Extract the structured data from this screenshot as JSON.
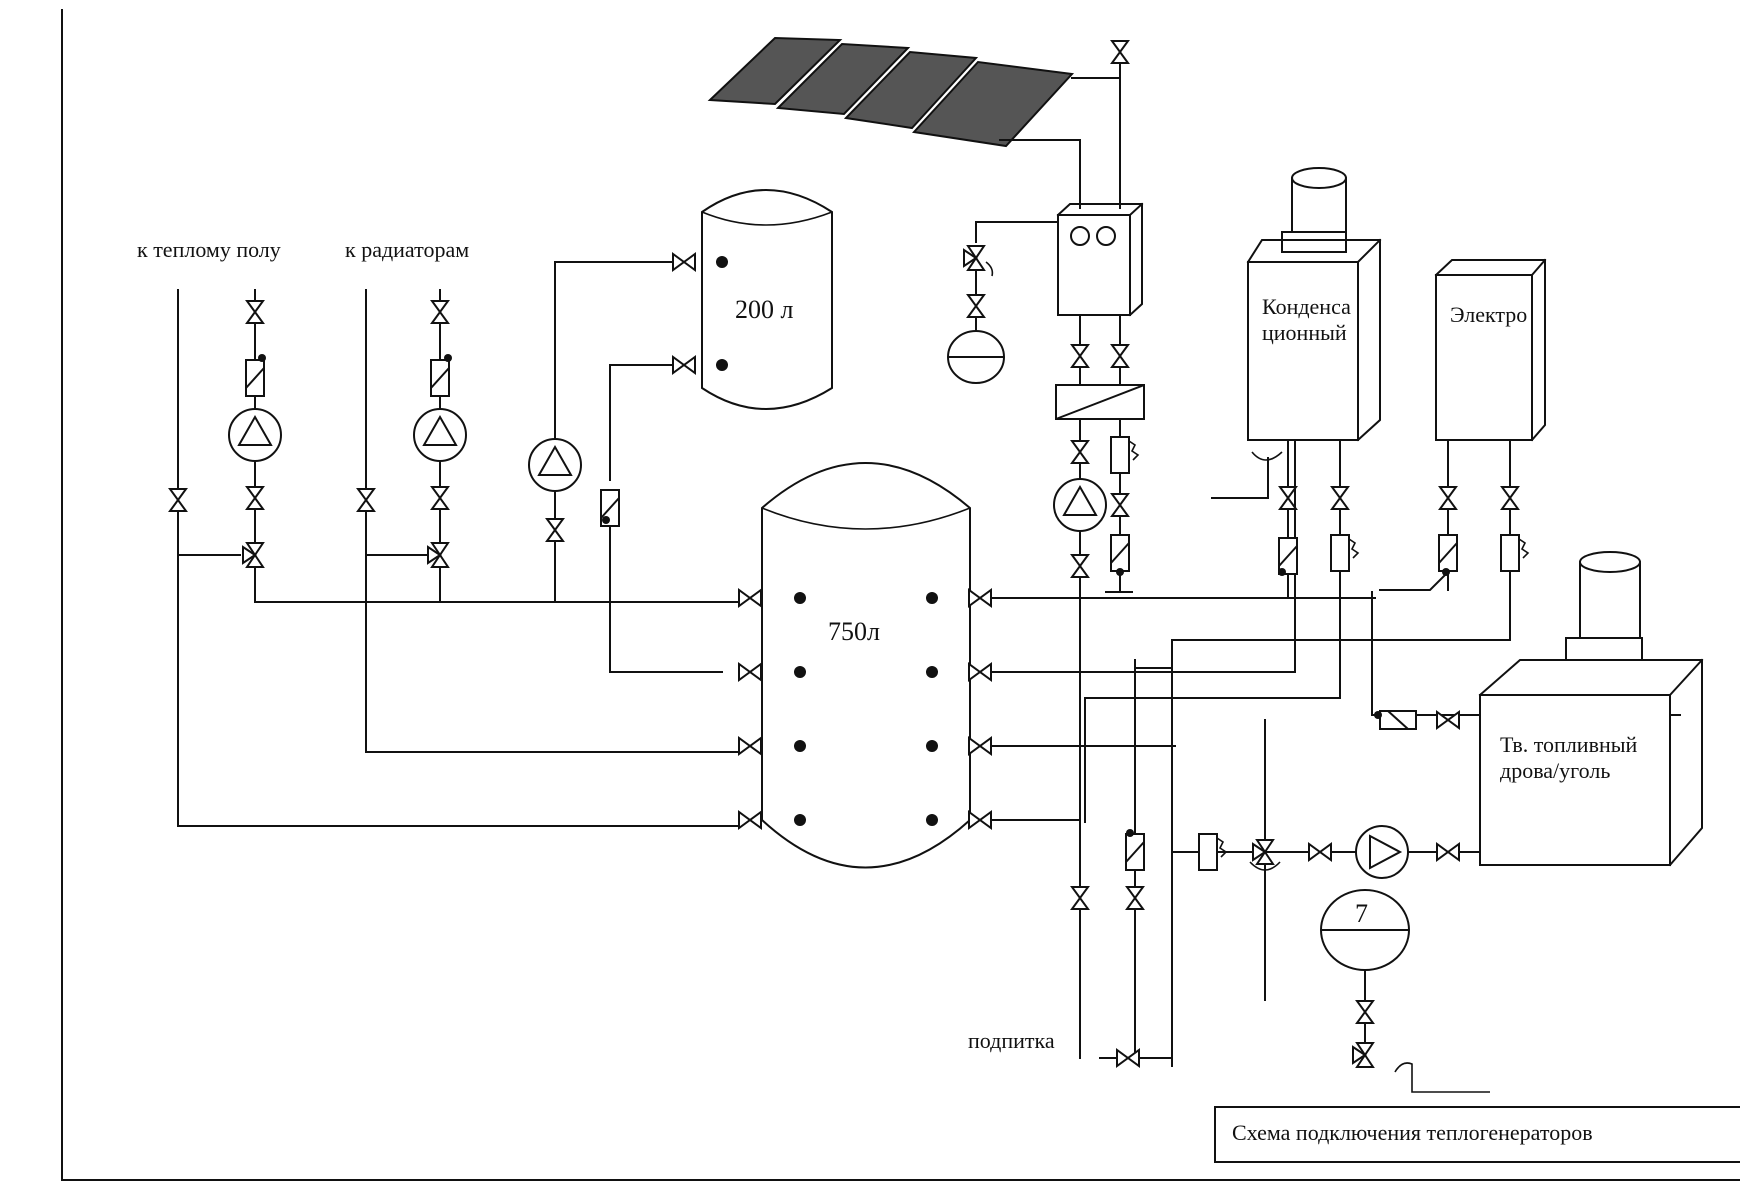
{
  "labels": {
    "floor_heating": "к теплому полу",
    "radiators": "к радиаторам",
    "tank_small": "200 л",
    "tank_large": "750л",
    "condensing_line1": "Конденса",
    "condensing_line2": "ционный",
    "electric": "Электро",
    "solid_fuel_line1": "Тв. топливный",
    "solid_fuel_line2": "дрова/уголь",
    "expansion_number": "7",
    "makeup": "подпитка",
    "title": "Схема подключения теплогенераторов"
  }
}
